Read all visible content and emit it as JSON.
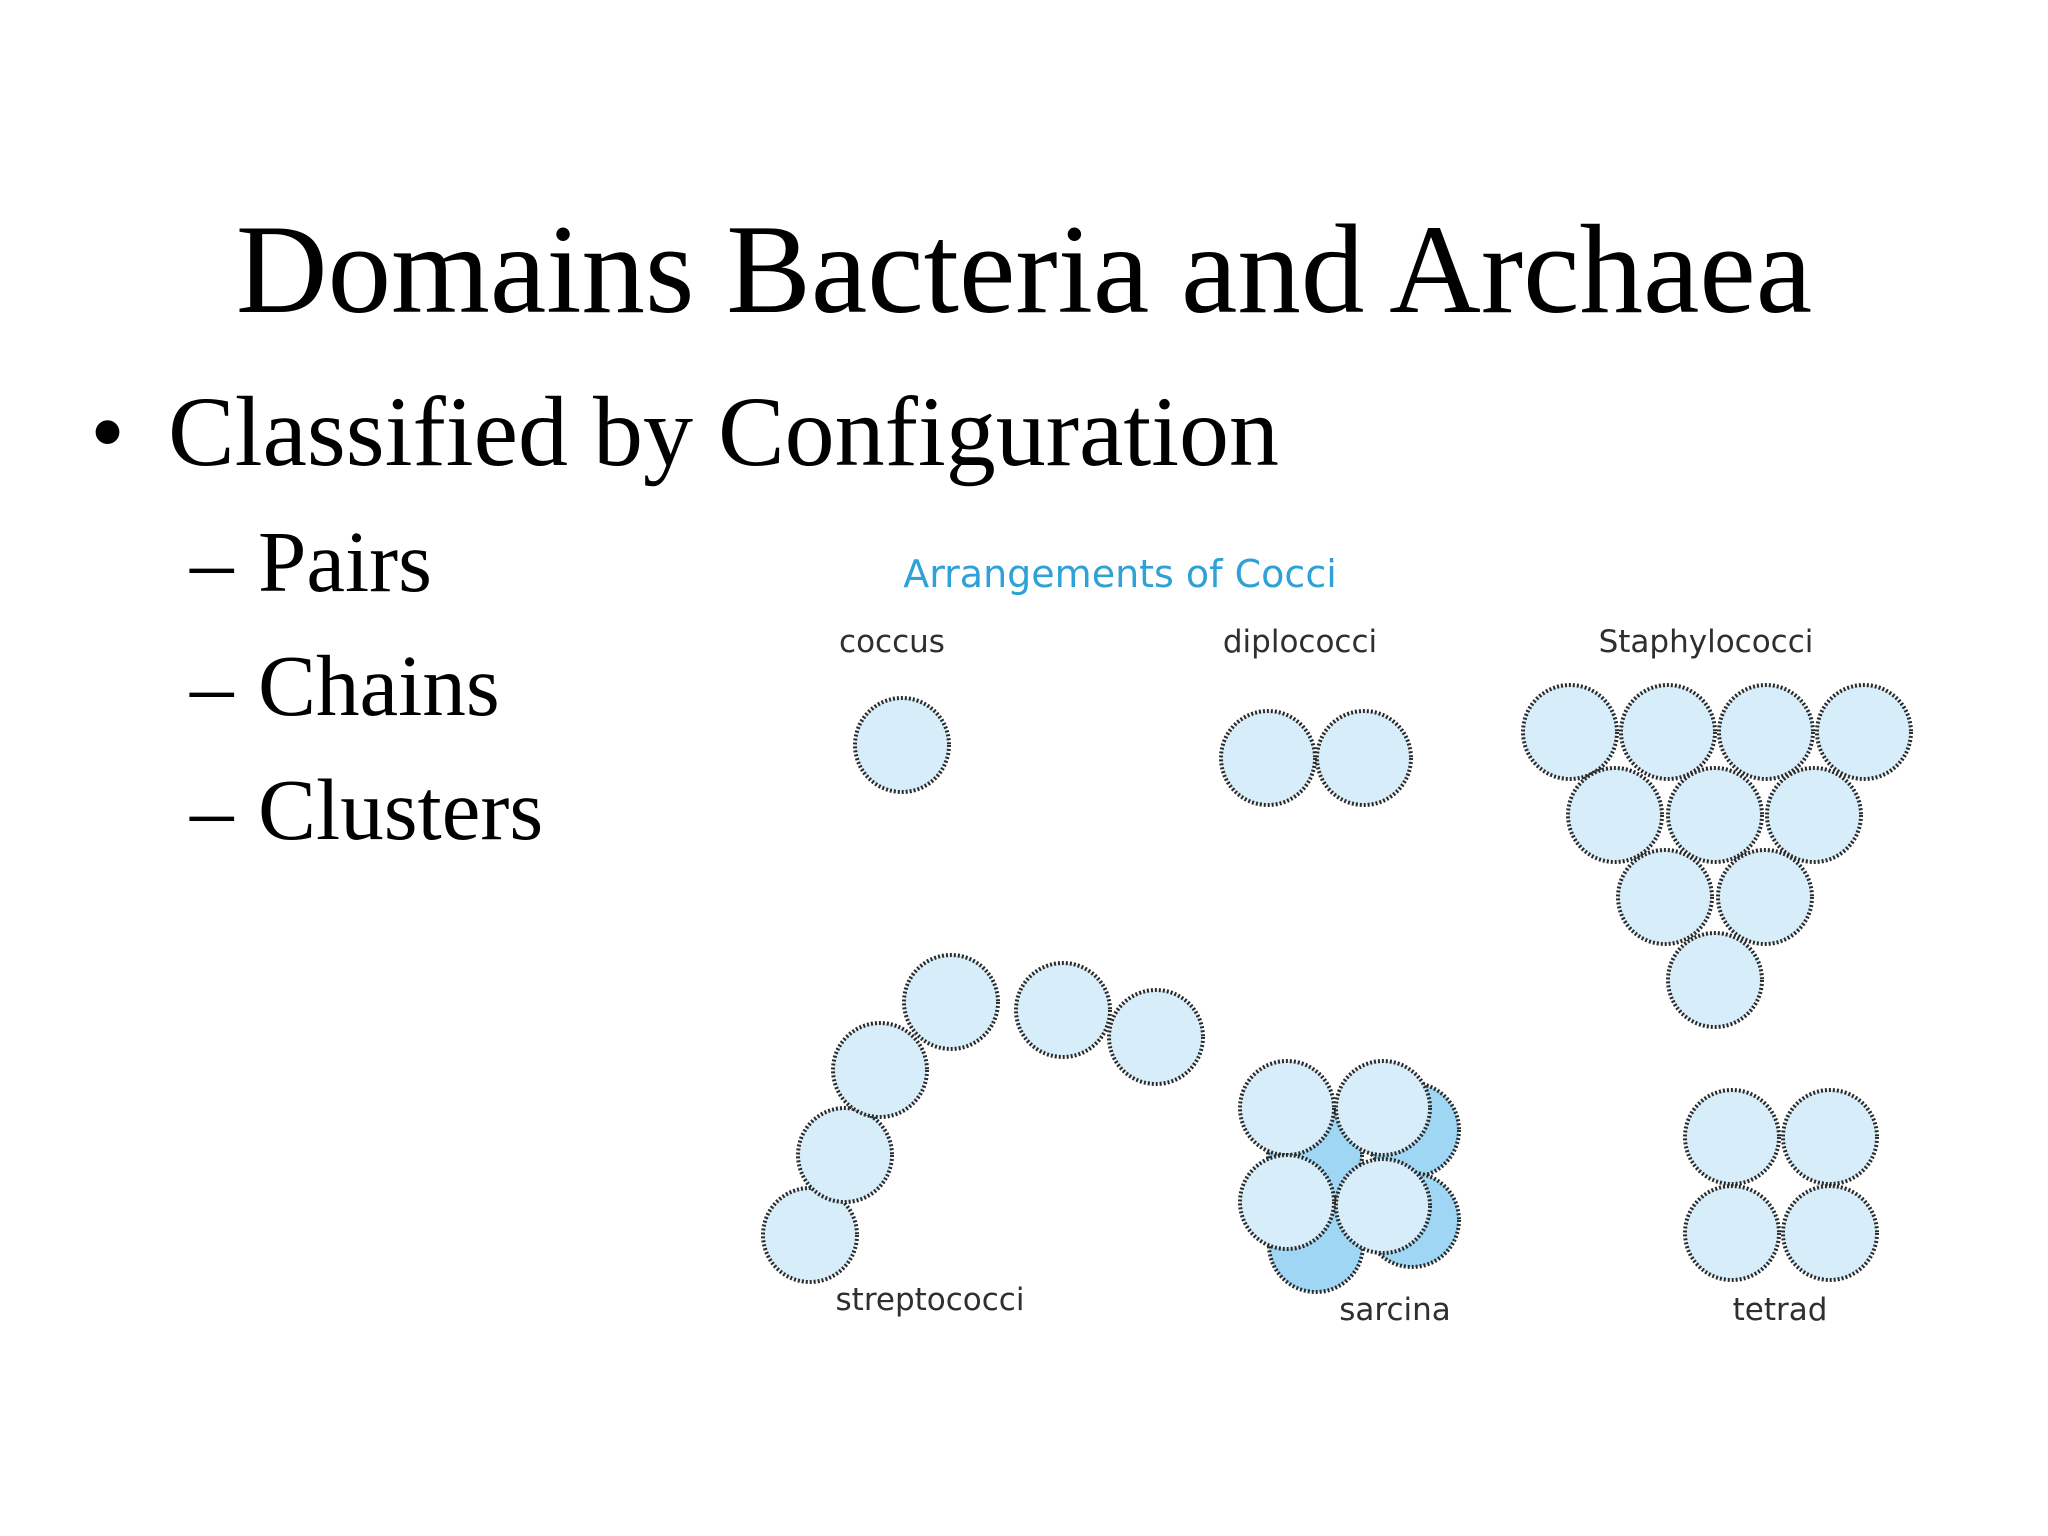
{
  "slide": {
    "title": "Domains Bacteria and Archaea",
    "bullet": {
      "marker": "•",
      "text": "Classified by Configuration"
    },
    "subitems": [
      {
        "marker": "–",
        "text": "Pairs"
      },
      {
        "marker": "–",
        "text": "Chains"
      },
      {
        "marker": "–",
        "text": "Clusters"
      }
    ]
  },
  "figure": {
    "title": "Arrangements of Cocci",
    "labels": {
      "coccus": "coccus",
      "diplococci": "diplococci",
      "staphylococci": "Staphylococci",
      "streptococci": "streptococci",
      "sarcina": "sarcina",
      "tetrad": "tetrad"
    },
    "colors": {
      "cell_fill": "#d7edf9",
      "cell_shadow": "#9fd6f3",
      "title": "#2ea1d6"
    }
  }
}
